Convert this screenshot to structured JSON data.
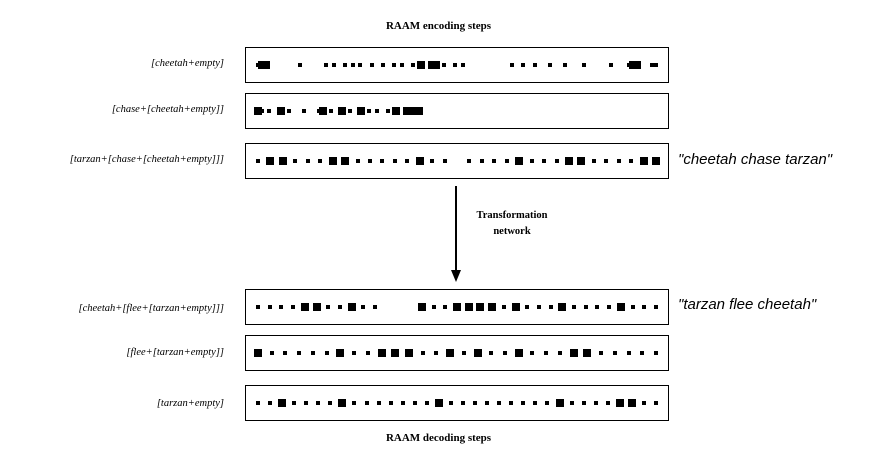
{
  "encoding_title": "RAAM encoding steps",
  "decoding_title": "RAAM decoding steps",
  "transformation": {
    "line1": "Transformation",
    "line2": "network"
  },
  "encoding_rows": [
    {
      "label": "[cheetah+empty]",
      "pattern": [
        1,
        2,
        2,
        0,
        0,
        0,
        0,
        0,
        0,
        0,
        0,
        1,
        0,
        0,
        0,
        0,
        0,
        0,
        1,
        0,
        1,
        0,
        0,
        1,
        0,
        1,
        0,
        1,
        0,
        0,
        1,
        0,
        0,
        1,
        0,
        0,
        1,
        0,
        1,
        0,
        0,
        1,
        0,
        2,
        0,
        0,
        2,
        2,
        0,
        1,
        0,
        0,
        1,
        0,
        1,
        0,
        0,
        0,
        0,
        0,
        0,
        0,
        0,
        0,
        0,
        0,
        0,
        1,
        0,
        0,
        1,
        0,
        0,
        1,
        0,
        0,
        0,
        1,
        0,
        0,
        0,
        1,
        0,
        0,
        0,
        0,
        1,
        0,
        0,
        0,
        0,
        0,
        0,
        1,
        0,
        0,
        0,
        0,
        1,
        2,
        2,
        0,
        0,
        0,
        1,
        1
      ]
    },
    {
      "label": "[chase+[cheetah+empty]]",
      "pattern": [
        2,
        1,
        0,
        1,
        0,
        0,
        2,
        0,
        1,
        0,
        0,
        0,
        1,
        0,
        0,
        0,
        1,
        2,
        0,
        1,
        0,
        0,
        2,
        0,
        1,
        0,
        0,
        2,
        0,
        1,
        0,
        1,
        0,
        0,
        1,
        0,
        2,
        0,
        0,
        2,
        2,
        2,
        2,
        0,
        0,
        0,
        0,
        0,
        0,
        0,
        0,
        0,
        0,
        0,
        0,
        0,
        0,
        0,
        0,
        0,
        0,
        0,
        0,
        0,
        0,
        0,
        0,
        0,
        0,
        0,
        0,
        0,
        0,
        0,
        0,
        0,
        0,
        0,
        0,
        0,
        0,
        0,
        0,
        0,
        0,
        0,
        0,
        0,
        0,
        0,
        0,
        0,
        0,
        0,
        0,
        0,
        0,
        0,
        0,
        0,
        0,
        0,
        0,
        0,
        0
      ]
    },
    {
      "label": "[tarzan+[chase+[cheetah+empty]]]",
      "pattern": [
        1,
        2,
        2,
        1,
        1,
        1,
        2,
        2,
        1,
        1,
        1,
        1,
        1,
        2,
        1,
        1,
        0,
        1,
        1,
        1,
        1,
        2,
        1,
        1,
        1,
        2,
        2,
        1,
        1,
        1,
        1,
        2,
        2
      ]
    },
    {
      "label": "",
      "pattern": []
    }
  ],
  "decoding_rows": [
    {
      "label": "[cheetah+[flee+[tarzan+empty]]]",
      "pattern": [
        1,
        1,
        1,
        1,
        2,
        2,
        1,
        1,
        2,
        1,
        1,
        0,
        0,
        0,
        2,
        1,
        1,
        2,
        2,
        2,
        2,
        1,
        2,
        1,
        1,
        1,
        2,
        1,
        1,
        1,
        1,
        2,
        1,
        1,
        1
      ]
    },
    {
      "label": "[flee+[tarzan+empty]]",
      "pattern": [
        2,
        1,
        1,
        1,
        1,
        1,
        2,
        1,
        1,
        2,
        2,
        2,
        1,
        1,
        2,
        1,
        2,
        1,
        1,
        2,
        1,
        1,
        1,
        2,
        2,
        1,
        1,
        1,
        1,
        1
      ]
    },
    {
      "label": "[tarzan+empty]",
      "pattern": [
        1,
        1,
        2,
        1,
        1,
        1,
        1,
        2,
        1,
        1,
        1,
        1,
        1,
        1,
        1,
        2,
        1,
        1,
        1,
        1,
        1,
        1,
        1,
        1,
        1,
        2,
        1,
        1,
        1,
        1,
        2,
        2,
        1,
        1
      ]
    }
  ],
  "quotes": {
    "encoded": "\"cheetah chase tarzan\"",
    "decoded": "\"tarzan flee cheetah\""
  }
}
